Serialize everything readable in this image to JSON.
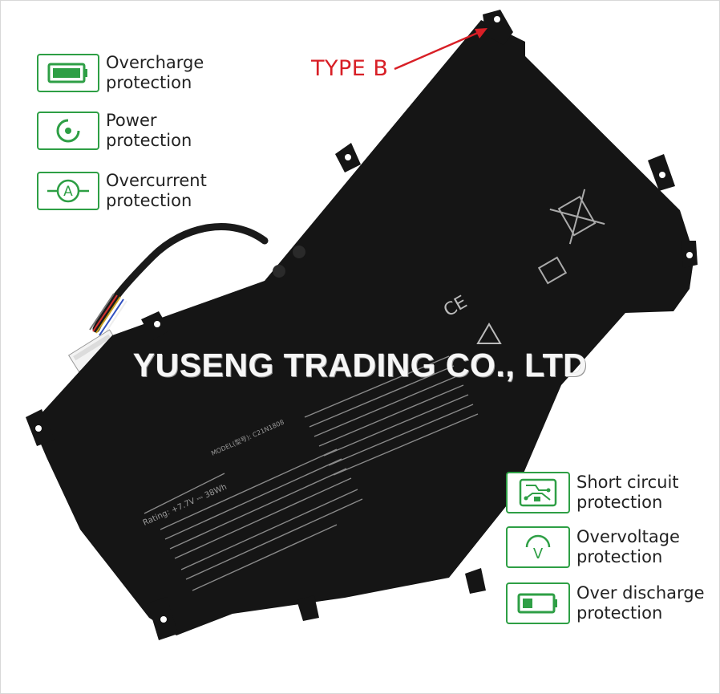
{
  "pointer_label": "TYPE B",
  "watermark": "YUSENG TRADING CO., LTD",
  "accent_color": "#2e9f45",
  "pointer_color": "#d81f26",
  "features": [
    {
      "icon": "battery-full-icon",
      "line1": "Overcharge",
      "line2": "protection"
    },
    {
      "icon": "power-target-icon",
      "line1": "Power",
      "line2": "protection"
    },
    {
      "icon": "ammeter-icon",
      "line1": "Overcurrent",
      "line2": "protection"
    },
    {
      "icon": "circuit-board-icon",
      "line1": "Short circuit",
      "line2": "protection"
    },
    {
      "icon": "voltmeter-icon",
      "line1": "Overvoltage",
      "line2": "protection"
    },
    {
      "icon": "battery-low-icon",
      "line1": "Over discharge",
      "line2": "protection"
    }
  ],
  "battery": {
    "rating": "Rating: +7.7V ⎓ 38Wh",
    "model": "MODEL(型号): C21N1808"
  }
}
